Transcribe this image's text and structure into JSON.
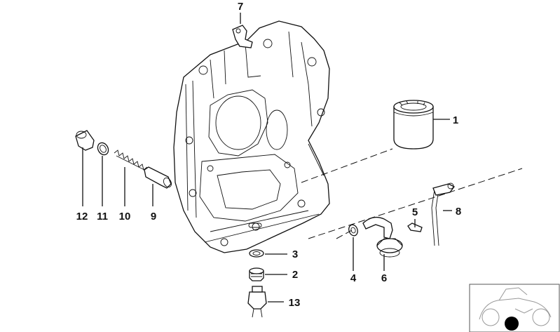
{
  "diagram": {
    "type": "exploded-parts-diagram",
    "callouts": [
      {
        "id": "c1",
        "label": "1"
      },
      {
        "id": "c2",
        "label": "2"
      },
      {
        "id": "c3",
        "label": "3"
      },
      {
        "id": "c4",
        "label": "4"
      },
      {
        "id": "c5",
        "label": "5"
      },
      {
        "id": "c6",
        "label": "6"
      },
      {
        "id": "c7",
        "label": "7"
      },
      {
        "id": "c8",
        "label": "8"
      },
      {
        "id": "c9",
        "label": "9"
      },
      {
        "id": "c10",
        "label": "10"
      },
      {
        "id": "c11",
        "label": "11"
      },
      {
        "id": "c12",
        "label": "12"
      },
      {
        "id": "c13",
        "label": "13"
      }
    ],
    "colors": {
      "line": "#111111",
      "background": "#ffffff",
      "thumbnail_marker": "#000000"
    },
    "thumbnail_icon": "motorcycle-locator-icon"
  }
}
